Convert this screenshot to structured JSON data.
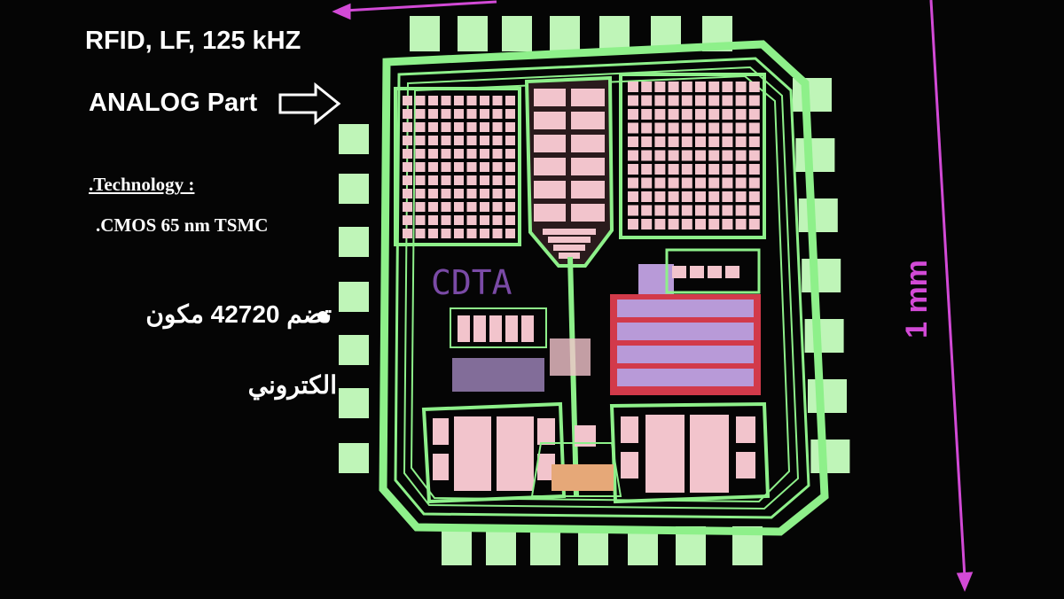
{
  "slide": {
    "title": "RFID, LF, 125 kHZ",
    "analog_label": "ANALOG Part",
    "technology_label": ".Technology :",
    "technology_value": ".CMOS 65 nm TSMC",
    "components_line1": "تضم 42720 مكون",
    "components_line2": "الكتروني",
    "dimension_label": "1 mm"
  },
  "chip": {
    "block_label": "CDTA",
    "colors": {
      "background": "#050505",
      "routing_green": "#8ef08a",
      "pad_green": "#bff5b8",
      "cell_pink": "#f2c4cc",
      "cell_purple": "#b89ad8",
      "cell_red": "#d23a4a",
      "dimension_magenta": "#d24ad6",
      "label_purple": "#7a4aa6"
    }
  },
  "icons": {
    "arrow": "outlined-right-arrow-icon"
  }
}
